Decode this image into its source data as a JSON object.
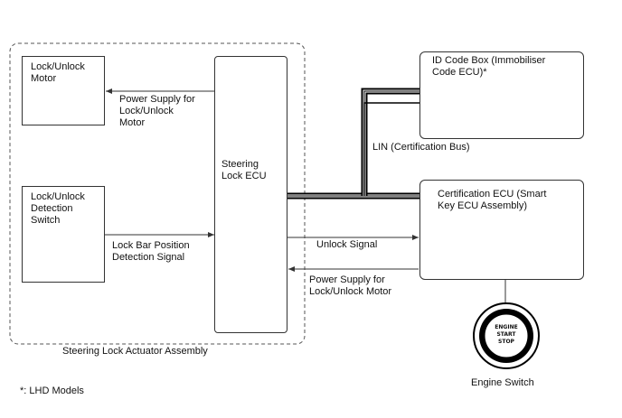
{
  "assembly": {
    "label": "Steering Lock Actuator Assembly"
  },
  "boxes": {
    "motor": "Lock/Unlock\nMotor",
    "detection_switch": "Lock/Unlock\nDetection\nSwitch",
    "steering_ecu": "Steering\nLock ECU",
    "id_code_box": "ID Code Box (Immobiliser\nCode ECU)*",
    "cert_ecu": "Certification ECU (Smart\nKey ECU Assembly)"
  },
  "signals": {
    "power_motor_internal": "Power Supply for\nLock/Unlock\nMotor",
    "lock_bar": "Lock Bar Position\nDetection Signal",
    "lin": "LIN (Certification Bus)",
    "unlock": "Unlock Signal",
    "power_motor_external": "Power Supply for\nLock/Unlock Motor"
  },
  "engine_switch": {
    "button_line1": "ENGINE",
    "button_line2": "START",
    "button_line3": "STOP",
    "caption": "Engine Switch"
  },
  "footnote": "*: LHD Models"
}
